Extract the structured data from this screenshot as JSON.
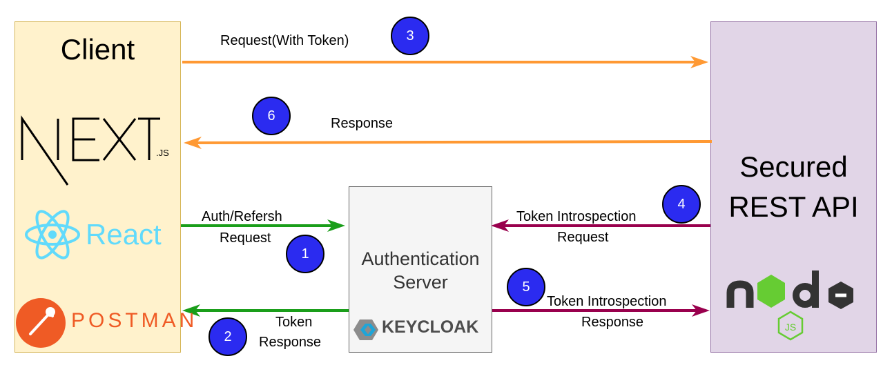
{
  "client": {
    "title": "Client"
  },
  "api": {
    "title_line1": "Secured",
    "title_line2": "REST API"
  },
  "auth_server": {
    "title_line1": "Authentication",
    "title_line2": "Server"
  },
  "logos": {
    "next_suffix": ".JS",
    "react": "React",
    "postman": "POSTMAN",
    "keycloak": "KEYCLOAK"
  },
  "arrows": {
    "request_with_token": "Request(With Token)",
    "response": "Response",
    "auth_refresh_line1": "Auth/Refersh",
    "auth_refresh_line2": "Request",
    "token_response_line1": "Token",
    "token_response_line2": "Response",
    "introspection_request_line1": "Token Introspection",
    "introspection_request_line2": "Request",
    "introspection_response_line1": "Token Introspection",
    "introspection_response_line2": "Response"
  },
  "steps": [
    "1",
    "2",
    "3",
    "4",
    "5",
    "6"
  ],
  "colors": {
    "orange": "#ff9933",
    "green": "#1a9e1a",
    "maroon": "#99004d",
    "badge": "#2b2bf0"
  }
}
